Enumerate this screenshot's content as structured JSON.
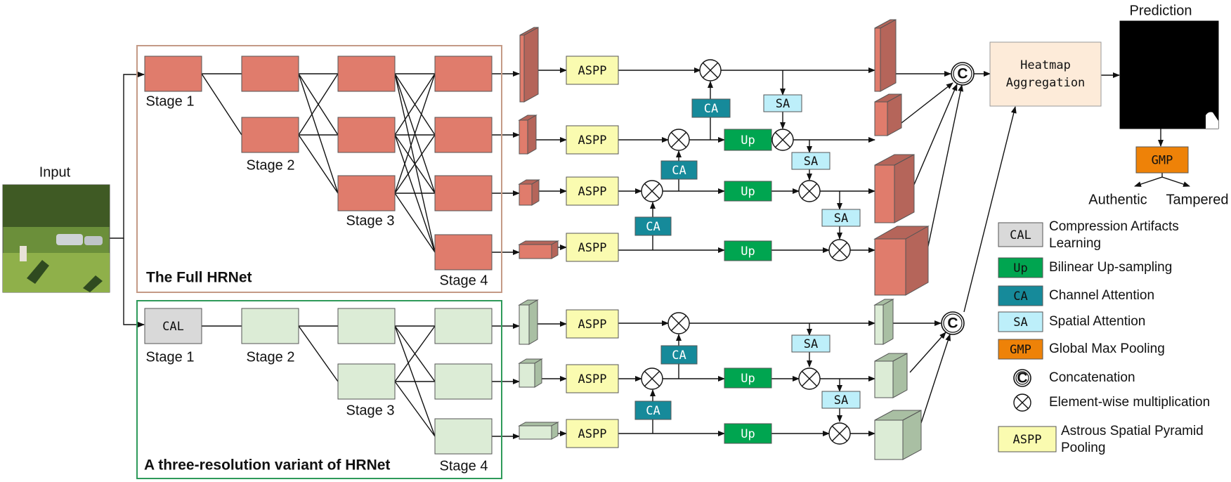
{
  "labels": {
    "input": "Input",
    "prediction": "Prediction",
    "full_hrnet": "The Full HRNet",
    "variant": "A three-resolution variant of HRNet",
    "stage1": "Stage 1",
    "stage2": "Stage 2",
    "stage3": "Stage 3",
    "stage4": "Stage 4",
    "aspp": "ASPP",
    "ca": "CA",
    "sa": "SA",
    "up": "Up",
    "cal": "CAL",
    "gmp": "GMP",
    "concat": "C",
    "heatmap_line1": "Heatmap",
    "heatmap_line2": "Aggregation",
    "authentic": "Authentic",
    "tampered": "Tampered"
  },
  "legend": [
    {
      "key": "CAL",
      "text": [
        "Compression Artifacts",
        "Learning"
      ],
      "color": "#d9d9d9"
    },
    {
      "key": "Up",
      "text": [
        "Bilinear Up-sampling"
      ],
      "color": "#00a550"
    },
    {
      "key": "CA",
      "text": [
        "Channel Attention"
      ],
      "color": "#168a9a"
    },
    {
      "key": "SA",
      "text": [
        "Spatial Attention"
      ],
      "color": "#bdeffa"
    },
    {
      "key": "GMP",
      "text": [
        "Global Max Pooling"
      ],
      "color": "#ee8208"
    },
    {
      "key": "C",
      "text": [
        "Concatenation"
      ],
      "symbol": "concat"
    },
    {
      "key": "x",
      "text": [
        "Element-wise multiplication"
      ],
      "symbol": "mult"
    },
    {
      "key": "ASPP",
      "text": [
        "Astrous Spatial Pyramid",
        "Pooling"
      ],
      "color": "#fafbb0"
    }
  ],
  "colors": {
    "red_block": "#e07c6c",
    "red_dark": "#b5655a",
    "green_block": "#dcecd6",
    "green_dark": "#a9bfa3",
    "full_border": "#c49a86",
    "variant_border": "#2e9a5a",
    "aspp": "#fafbb0",
    "ca": "#168a9a",
    "sa": "#bdeffa",
    "up": "#00a550",
    "gmp": "#ee8208",
    "heatmap": "#fdebd9",
    "cal": "#d9d9d9"
  }
}
